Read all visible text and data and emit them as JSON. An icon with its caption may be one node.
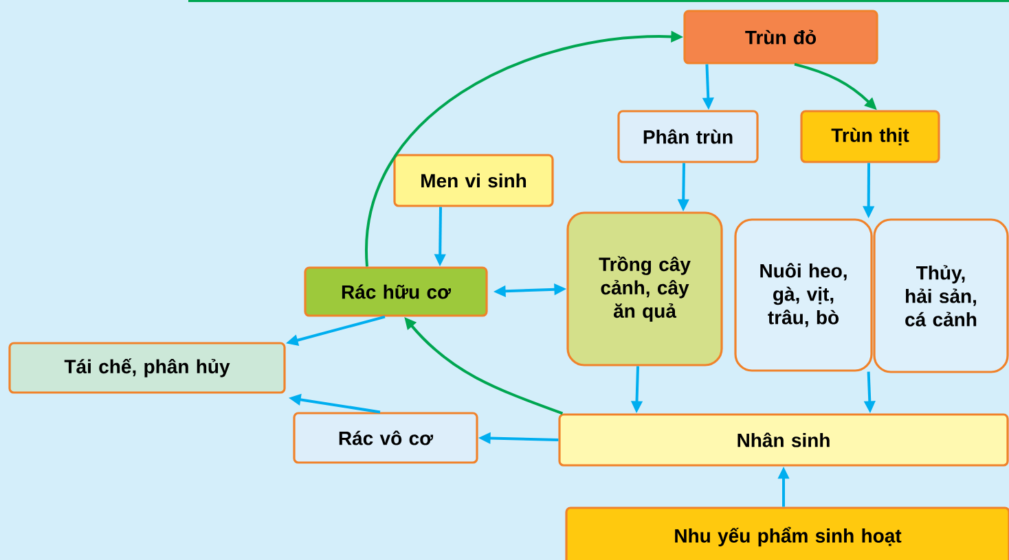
{
  "diagram": {
    "nodes": [
      {
        "text": [
          "Trùn đỏ"
        ]
      },
      {
        "text": [
          "Phân trùn"
        ]
      },
      {
        "text": [
          "Trùn thịt"
        ]
      },
      {
        "text": [
          "Men vi sinh"
        ]
      },
      {
        "text": [
          "Rác hữu cơ"
        ]
      },
      {
        "text": [
          "Trồng cây cảnh, cây ăn quả"
        ]
      },
      {
        "text": [
          "Nuôi heo, gà, vịt, trâu, bò"
        ]
      },
      {
        "text": [
          "Thủy, hải sản, cá cảnh"
        ]
      },
      {
        "text": [
          "Tái chế, phân hủy"
        ]
      },
      {
        "text": [
          "Rác vô cơ"
        ]
      },
      {
        "text": [
          "Nhân sinh"
        ]
      },
      {
        "text": [
          "Nhu yếu phẩm sinh hoạt"
        ]
      }
    ],
    "edges": [
      {
        "from": 0,
        "to": 1,
        "arrow": "to"
      },
      {
        "from": 0,
        "to": 2,
        "arrow": "to",
        "color": "#00a651"
      },
      {
        "from": 1,
        "to": 5,
        "arrow": "to"
      },
      {
        "from": 2,
        "to": 6,
        "arrow": "to"
      },
      {
        "from": 3,
        "to": 4,
        "arrow": "to"
      },
      {
        "from": 4,
        "to": 5,
        "arrow": "both"
      },
      {
        "from": 4,
        "to": 8,
        "arrow": "to"
      },
      {
        "from": 9,
        "to": 8,
        "arrow": "to"
      },
      {
        "from": 10,
        "to": 9,
        "arrow": "to"
      },
      {
        "from": 10,
        "to": 4,
        "arrow": "to",
        "color": "#00a651"
      },
      {
        "from": 4,
        "to": 0,
        "arrow": "to",
        "color": "#00a651"
      },
      {
        "from": 5,
        "to": 10,
        "arrow": "to"
      },
      {
        "from": 6,
        "to": 10,
        "arrow": "to"
      },
      {
        "from": 11,
        "to": 10,
        "arrow": "to"
      }
    ]
  }
}
